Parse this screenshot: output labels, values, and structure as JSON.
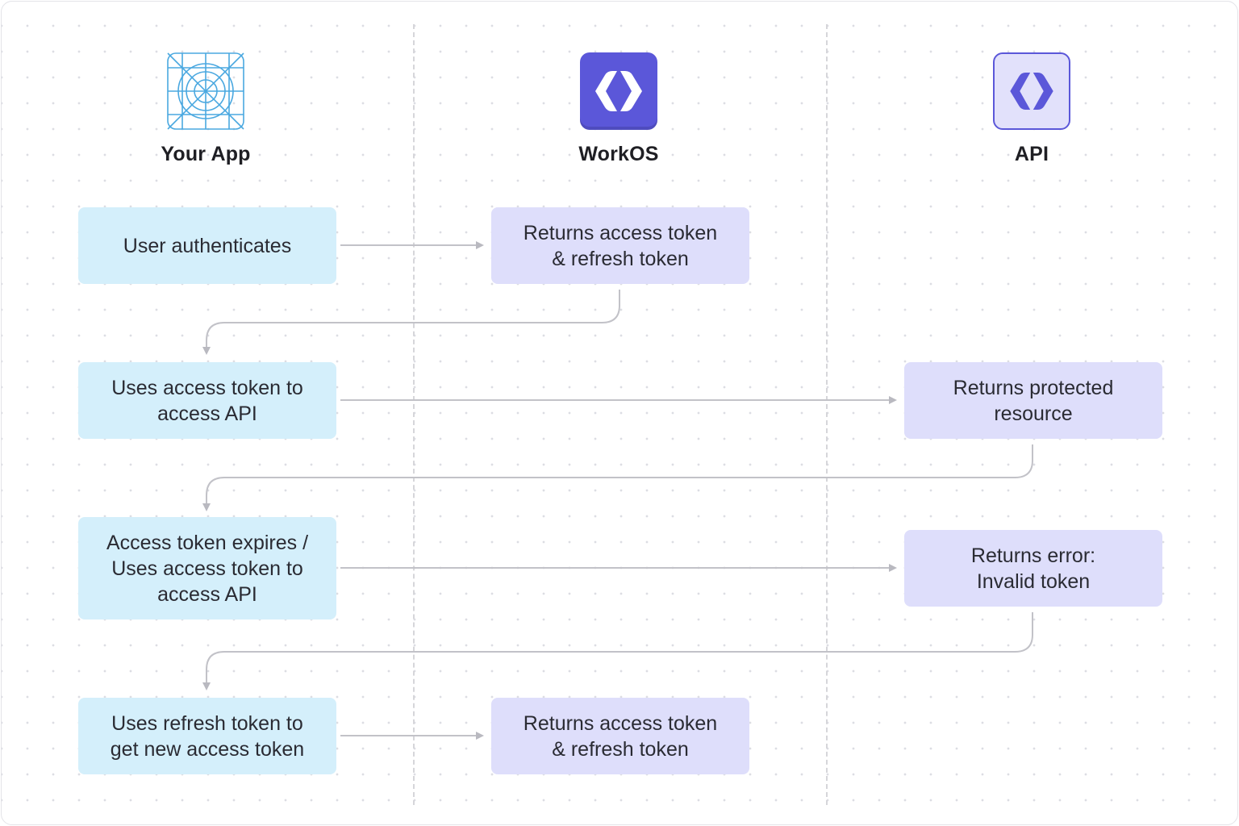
{
  "columns": [
    {
      "title": "Your App",
      "icon": "app-icon"
    },
    {
      "title": "WorkOS",
      "icon": "workos-logo-icon"
    },
    {
      "title": "API",
      "icon": "api-logo-icon"
    }
  ],
  "steps": {
    "user_authenticates": "User authenticates",
    "returns_tokens_1": "Returns access token\n& refresh token",
    "uses_access_token": "Uses access token to\naccess API",
    "returns_protected": "Returns protected\nresource",
    "token_expires": "Access token expires /\nUses access token to\naccess API",
    "returns_error": "Returns error:\nInvalid token",
    "uses_refresh_token": "Uses refresh token to\nget new access token",
    "returns_tokens_2": "Returns access token\n& refresh token"
  },
  "colors": {
    "app_box": "#d4effb",
    "service_box": "#dedefb",
    "workos_brand": "#5b57d9",
    "connector": "#b9b9c0"
  }
}
